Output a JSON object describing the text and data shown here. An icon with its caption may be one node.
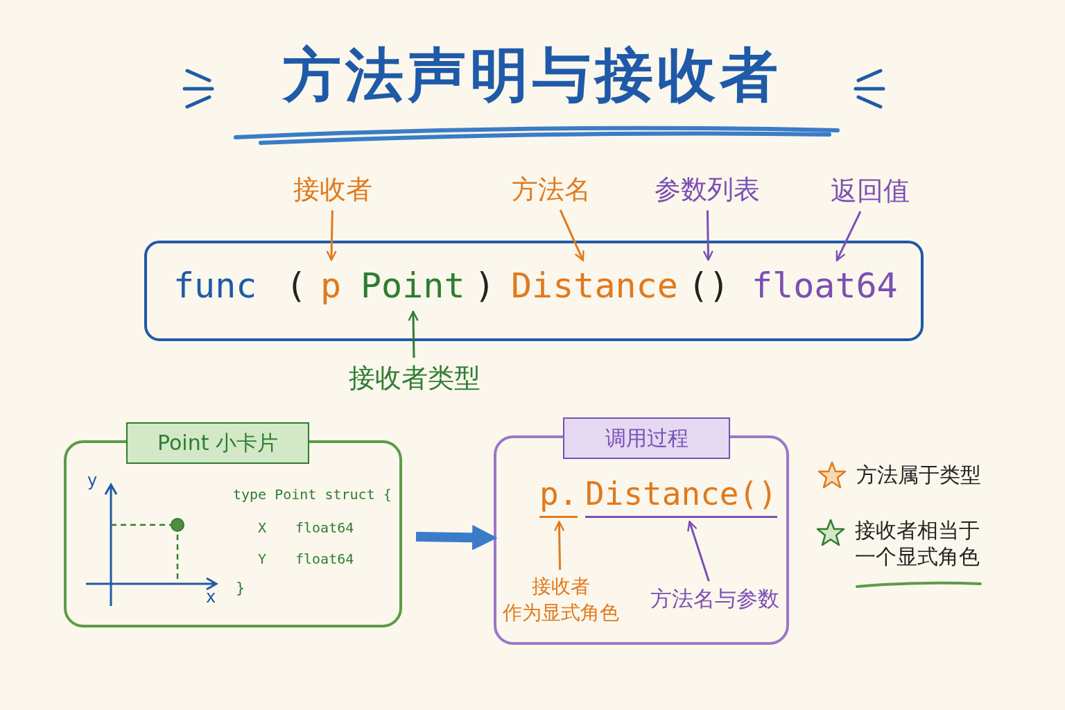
{
  "diagram": {
    "title": "方法声明与接收者",
    "nodes": [
      {
        "text": [
          "接收者"
        ]
      },
      {
        "text": [
          "方法名"
        ]
      },
      {
        "text": [
          "参数列表"
        ]
      },
      {
        "text": [
          "返回值"
        ]
      },
      {
        "text": [],
        "shape": "box"
      },
      {
        "text": [
          "func"
        ],
        "in": 4
      },
      {
        "text": [
          "("
        ],
        "in": 4
      },
      {
        "text": [
          "p"
        ],
        "in": 4
      },
      {
        "text": [
          "Point"
        ],
        "in": 4
      },
      {
        "text": [
          ")"
        ],
        "in": 4
      },
      {
        "text": [
          "Distance"
        ],
        "in": 4
      },
      {
        "text": [
          "()"
        ],
        "in": 4
      },
      {
        "text": [
          "float64"
        ],
        "in": 4
      },
      {
        "text": [
          "接收者类型"
        ]
      },
      {
        "text": [
          "Point 小卡片",
          "type Point struct {",
          "X",
          "float64",
          "Y",
          "float64",
          "}"
        ]
      },
      {
        "text": [
          "调用过程"
        ]
      },
      {
        "text": [
          "p."
        ],
        "in": 15
      },
      {
        "text": [
          "Distance()"
        ],
        "in": 15
      },
      {
        "text": [
          "接收者",
          "作为显式角色"
        ],
        "in": 15
      },
      {
        "text": [
          "方法名与参数"
        ],
        "in": 15
      }
    ],
    "edges": [
      {
        "from": 0,
        "to": 7,
        "arrow": "to",
        "color": "#e07a1f"
      },
      {
        "from": 1,
        "to": 10,
        "arrow": "to",
        "color": "#e07a1f"
      },
      {
        "from": 2,
        "to": 11,
        "arrow": "to",
        "color": "#7b4fb5"
      },
      {
        "from": 3,
        "to": 12,
        "arrow": "to",
        "color": "#7b4fb5"
      },
      {
        "from": 13,
        "to": 8,
        "arrow": "to",
        "color": "#2e7d32"
      },
      {
        "from": 14,
        "to": 15,
        "arrow": "to",
        "style": "thick",
        "color": "#3a7cc8"
      },
      {
        "from": 18,
        "to": 16,
        "arrow": "to",
        "color": "#e07a1f"
      },
      {
        "from": 19,
        "to": 17,
        "arrow": "to",
        "color": "#7b4fb5"
      }
    ],
    "labels": [
      "y",
      "x",
      "方法属于类型",
      "接收者相当于一个显式角色"
    ]
  }
}
